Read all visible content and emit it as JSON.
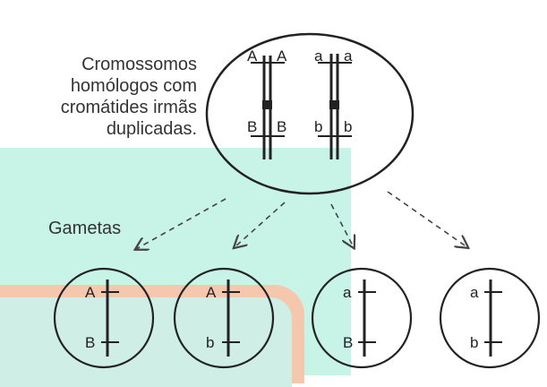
{
  "caption": {
    "line1": "Cromossomos",
    "line2": "homólogos com",
    "line3": "cromátides irmãs",
    "line4": "duplicadas."
  },
  "gametes_label": "Gametas",
  "parent_labels": {
    "left_top_1": "A",
    "left_top_2": "A",
    "left_bottom_1": "B",
    "left_bottom_2": "B",
    "right_top_1": "a",
    "right_top_2": "a",
    "right_bottom_1": "b",
    "right_bottom_2": "b"
  },
  "gametes": [
    {
      "top": "A",
      "bottom": "B"
    },
    {
      "top": "A",
      "bottom": "b"
    },
    {
      "top": "a",
      "bottom": "B"
    },
    {
      "top": "a",
      "bottom": "b"
    }
  ]
}
